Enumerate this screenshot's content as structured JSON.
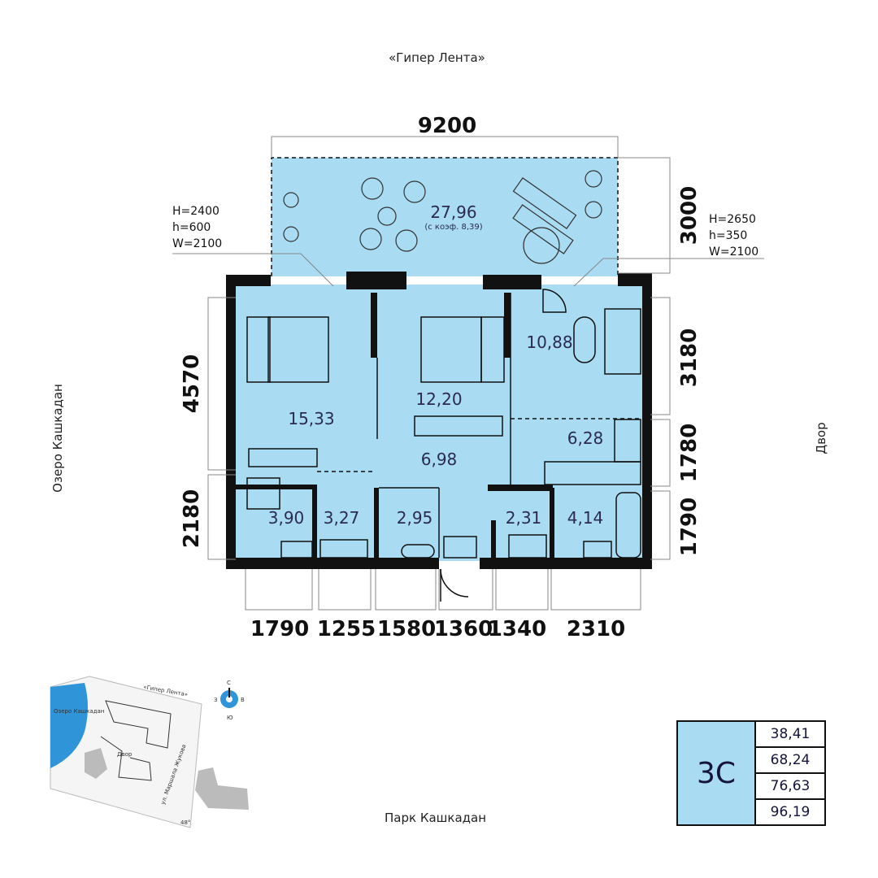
{
  "labels": {
    "north": "«Гипер Лента»",
    "south": "Парк Кашкадан",
    "west": "Озеро Кашкадан",
    "east": "Двор"
  },
  "dimensions": {
    "top": "9200",
    "balcony_depth": "3000",
    "left": [
      "4570",
      "2180"
    ],
    "right": [
      "3180",
      "1780",
      "1790"
    ],
    "bottom": [
      "1790",
      "1255",
      "1580",
      "1360",
      "1340",
      "2310"
    ]
  },
  "windows": {
    "left": {
      "H": "H=2400",
      "h": "h=600",
      "W": "W=2100"
    },
    "right": {
      "H": "H=2650",
      "h": "h=350",
      "W": "W=2100"
    }
  },
  "rooms": {
    "balcony": "27,96",
    "balcony_note": "(с коэф. 8,39)",
    "bedroom_left": "15,33",
    "bedroom_mid": "12,20",
    "living": "10,88",
    "kitchen": "6,28",
    "hall": "6,98",
    "bath_left": "3,90",
    "wc_left": "3,27",
    "storage": "2,95",
    "laundry": "2,31",
    "bath_right": "4,14"
  },
  "minimap": {
    "compass": {
      "n": "С",
      "s": "Ю",
      "w": "З",
      "e": "В"
    },
    "lake": "Озеро Кашкадан",
    "mall": "«Гипер Лента»",
    "yard": "Двор",
    "street": "ул. Маршала Жукова",
    "angle": "48°"
  },
  "apartment": {
    "type": "3С",
    "areas": [
      "38,41",
      "68,24",
      "76,63",
      "96,19"
    ]
  },
  "colors": {
    "fill": "#a9dbf2",
    "wall": "#111111",
    "text": "#2a2a55"
  }
}
